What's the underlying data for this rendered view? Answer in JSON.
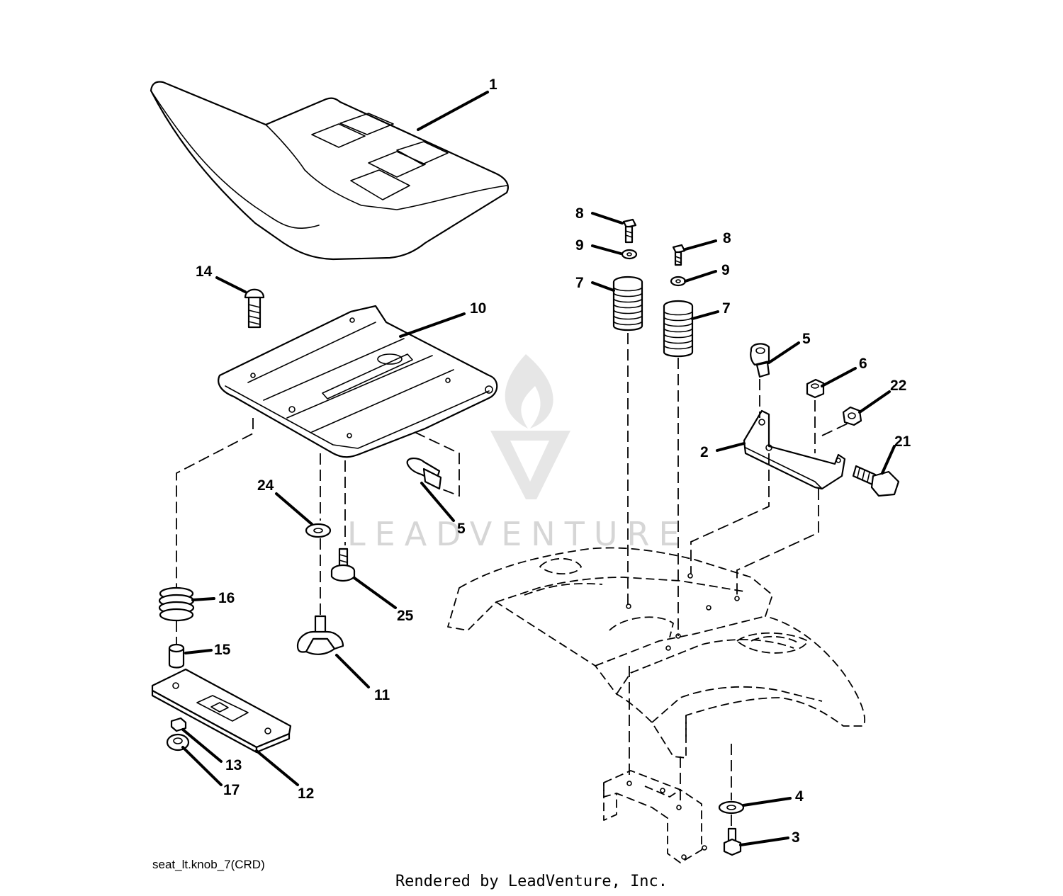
{
  "diagram": {
    "caption": "seat_lt.knob_7(CRD)",
    "credit": "Rendered by LeadVenture, Inc.",
    "watermark": "LEADVENTURE",
    "callouts": {
      "c1": "1",
      "c2": "2",
      "c3": "3",
      "c4": "4",
      "c5a": "5",
      "c5b": "5",
      "c6": "6",
      "c7a": "7",
      "c7b": "7",
      "c8a": "8",
      "c8b": "8",
      "c9a": "9",
      "c9b": "9",
      "c10": "10",
      "c11": "11",
      "c12": "12",
      "c13": "13",
      "c14": "14",
      "c15": "15",
      "c16": "16",
      "c17": "17",
      "c21": "21",
      "c22": "22",
      "c24": "24",
      "c25": "25"
    }
  }
}
